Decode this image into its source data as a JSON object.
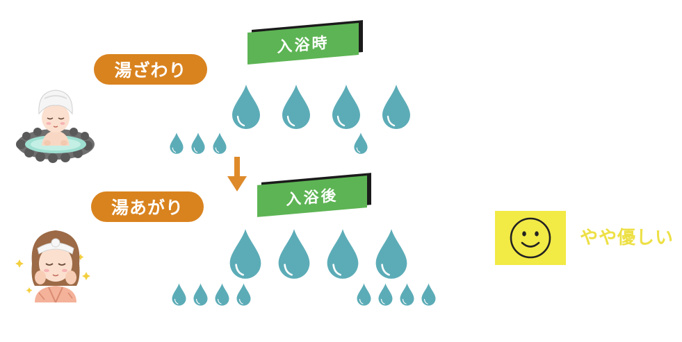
{
  "states": [
    {
      "label": "湯ざわり",
      "tag": "入浴時"
    },
    {
      "label": "湯あがり",
      "tag": "入浴後"
    }
  ],
  "rating": {
    "text": "やや優しい",
    "icon": "smiley-face-icon"
  },
  "colors": {
    "pill": "#d9831f",
    "tag": "#5db454",
    "drop": "#5cacb7",
    "arrow": "#de8a2a",
    "rating_bg": "#f2ea45",
    "rating_text": "#ede046"
  },
  "icons": [
    "woman-in-hot-spring-icon",
    "refreshed-woman-icon",
    "down-arrow-icon",
    "water-drop-icon"
  ]
}
